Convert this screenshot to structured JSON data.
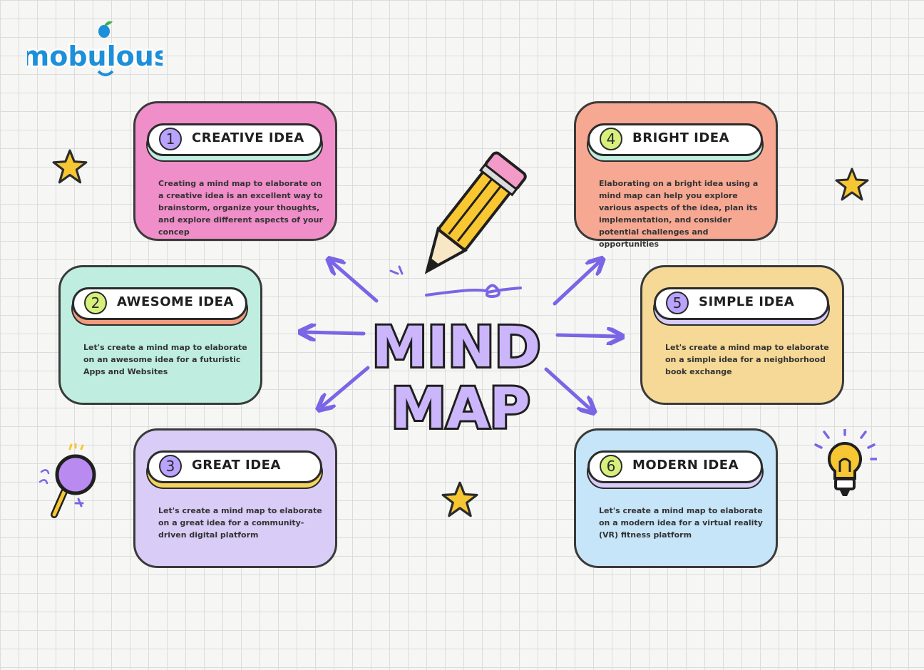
{
  "logo": {
    "text": "mobulous"
  },
  "title": {
    "line1": "MIND",
    "line2": "MAP"
  },
  "colors": {
    "creative": "#f08ec9",
    "awesome": "#bfeee0",
    "great": "#d9ccf6",
    "bright": "#f7a893",
    "simple": "#f6d996",
    "modern": "#c7e5f8",
    "accent": "#7a65e6",
    "star": "#f7c733"
  },
  "cards": [
    {
      "number": "1",
      "title": "CREATIVE IDEA",
      "body": "Creating a mind map to elaborate on a creative idea is an excellent way to brainstorm, organize your thoughts, and explore different aspects of your concep"
    },
    {
      "number": "2",
      "title": "AWESOME IDEA",
      "body": "Let's create a mind map to elaborate on an awesome idea for a futuristic Apps and Websites"
    },
    {
      "number": "3",
      "title": "GREAT IDEA",
      "body": "Let's create a mind map to elaborate on a great idea for a community-driven digital platform"
    },
    {
      "number": "4",
      "title": "BRIGHT IDEA",
      "body": "Elaborating on a bright idea using a mind map can help you explore various aspects of the idea, plan its implementation, and consider potential challenges and opportunities"
    },
    {
      "number": "5",
      "title": "SIMPLE IDEA",
      "body": "Let's create a mind map to elaborate on a simple idea for a neighborhood book exchange"
    },
    {
      "number": "6",
      "title": "MODERN IDEA",
      "body": "Let's create a mind map to elaborate on a modern idea for a virtual reality (VR) fitness platform"
    }
  ],
  "icons": [
    "star-icon",
    "pencil-icon",
    "magnifier-icon",
    "lightbulb-icon",
    "arrow-icon"
  ]
}
